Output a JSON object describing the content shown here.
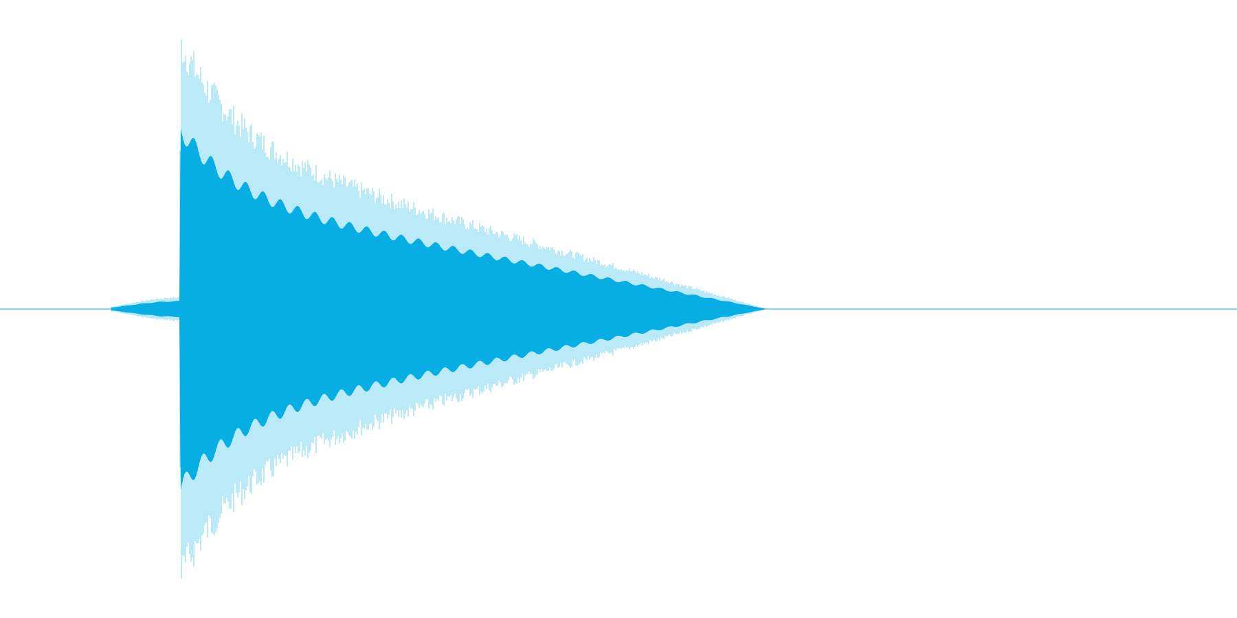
{
  "waveform": {
    "color": "#06aee3",
    "background": "#ffffff",
    "amplitude_envelope": {
      "pre_roll": {
        "start": 0.09,
        "end": 0.145,
        "peak": 0.045
      },
      "attack": 0.146,
      "peak_level": 1.0,
      "sustain_level": 0.62,
      "decay_end": 0.62
    }
  }
}
